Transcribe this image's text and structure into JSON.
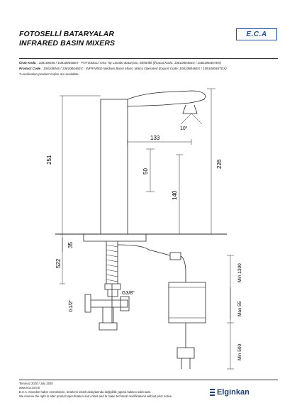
{
  "header": {
    "title_tr": "FOTOSELLİ BATARYALAR",
    "title_en": "INFRARED BASIN MIXERS",
    "logo": "E.C.A"
  },
  "info": {
    "line1_label": "Ürün Kodu",
    "line1_text": ": 108108046 / 108108046EX - FOTOSELLİ Orta Tip Lavabo Bataryası, Elektrikli (İhracat Kodu: 108108046EX / 108108046TEX)",
    "line2_label": "Product Code",
    "line2_text": ": 108108046 / 108108046EX - INFRARED Medium Basin Mixer, Mains Operated (Export Code: 108108046EX / 108108046TEX)",
    "line3": "*Localisation product codes are available."
  },
  "drawing": {
    "dim_251": "251",
    "dim_226": "226",
    "dim_133": "133",
    "dim_50": "50",
    "dim_140": "140",
    "dim_10deg": "10°",
    "dim_35": "35",
    "dim_522": "522",
    "dim_g12": "G1/2\"",
    "dim_g38": "G3/8\"",
    "dim_min1300": "Min 1300",
    "dim_max55": "Max 55",
    "dim_min500": "Min 500"
  },
  "footer": {
    "date": "Temmuz 2020 / July 2020",
    "web": "www.eca.com.tr",
    "note_tr": "E.C.A. önceden haber vermeksizin, ürünlerin teknik detaylarında değişiklik yapma hakkını saklı tutar.",
    "note_en": "We reserve the right to alter product specification and colors and to make technical modifications without prior notice.",
    "brand": "Elginkan"
  },
  "colors": {
    "logo": "#1d4fa3",
    "brand": "#1f3f73"
  }
}
